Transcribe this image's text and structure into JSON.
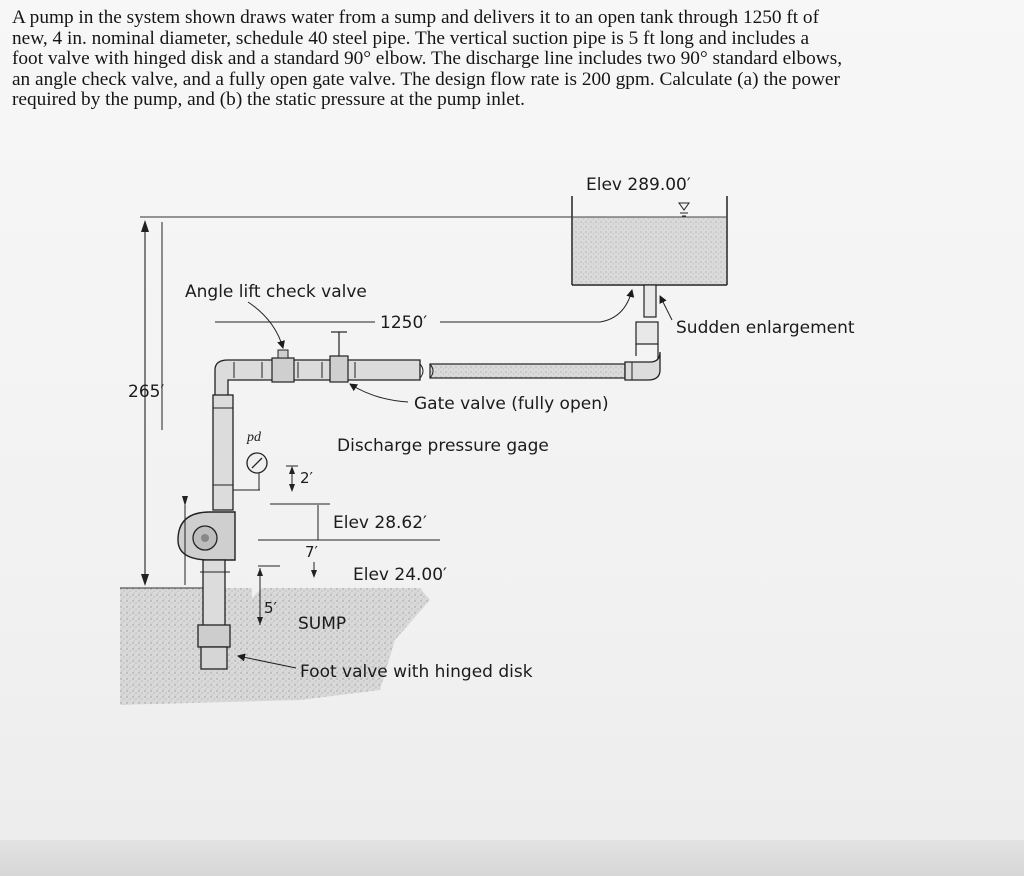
{
  "problem": {
    "lines": [
      "A pump in the system shown draws water from a sump and delivers it to an open tank through 1250 ft of",
      "new, 4 in. nominal diameter, schedule 40 steel pipe. The vertical suction pipe is 5 ft long and includes a",
      "foot valve with hinged disk and a standard 90° elbow. The discharge line includes two 90° standard elbows,",
      "an angle check valve, and a fully open gate valve. The design flow rate is 200 gpm. Calculate (a) the power",
      "required by the pump, and (b) the static pressure at the pump inlet."
    ]
  },
  "diagram": {
    "tank_elev": "Elev 289.00′",
    "angle_valve": "Angle lift check valve",
    "pipe_length": "1250′",
    "sudden_enlargement": "Sudden enlargement",
    "height_265": "265′",
    "gate_valve": "Gate valve (fully open)",
    "pd": "pd",
    "discharge_gage": "Discharge pressure gage",
    "dim_2": "2′",
    "elev_2862": "Elev 28.62′",
    "dim_7": "7′",
    "elev_2400": "Elev 24.00′",
    "dim_5": "5′",
    "sump": "SUMP",
    "foot_valve": "Foot valve with hinged disk"
  }
}
